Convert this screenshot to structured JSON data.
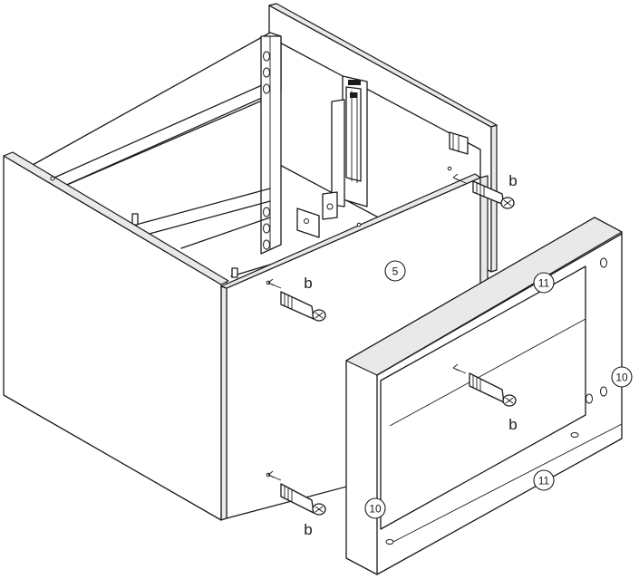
{
  "labels": {
    "part_5": "5",
    "part_10_left": "10",
    "part_10_right": "10",
    "part_11_top": "11",
    "part_11_bottom": "11",
    "bolt_b_upper_right": "b",
    "bolt_b_middle": "b",
    "bolt_b_frame": "b",
    "bolt_b_lower": "b"
  }
}
